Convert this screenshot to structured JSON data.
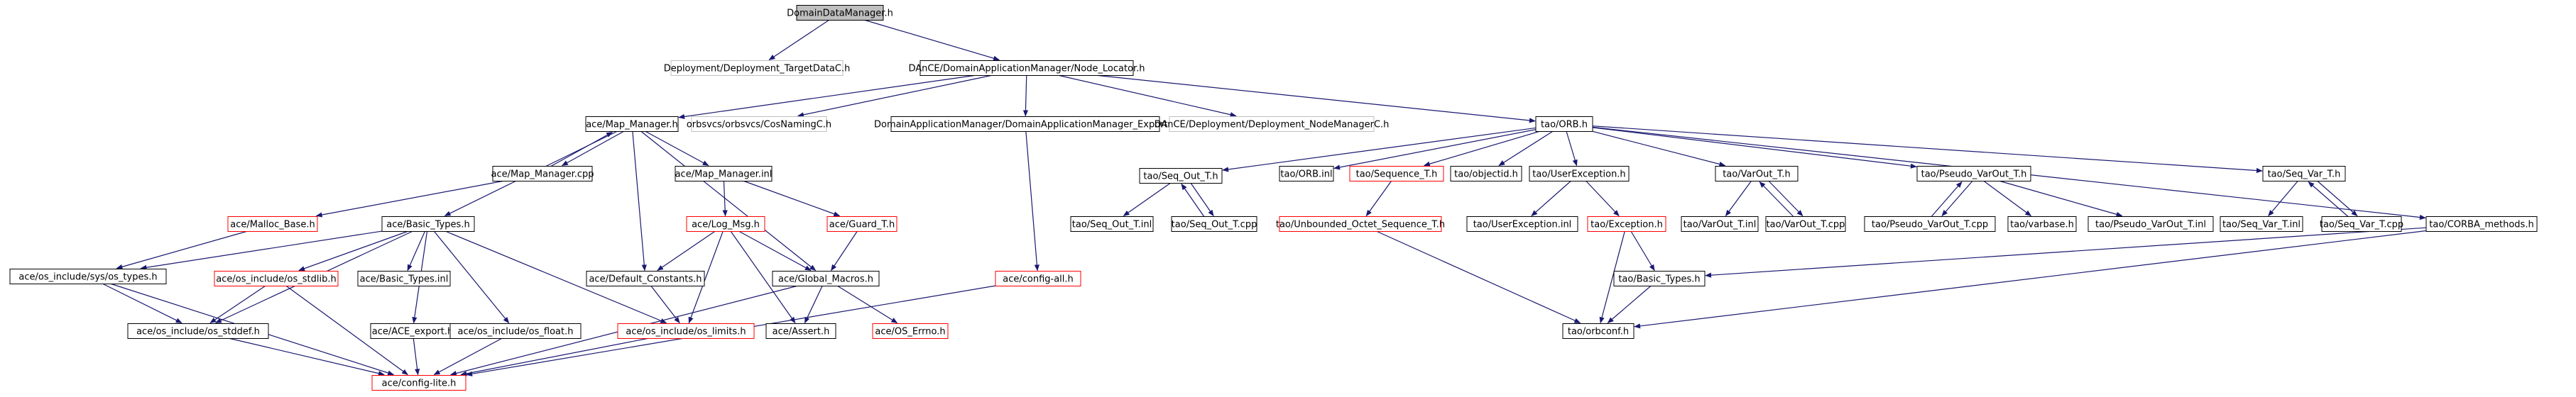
{
  "colors": {
    "root_fill": "#bfbfbf",
    "node_border": "#000000",
    "missing_border": "#ff0000",
    "external_border": "#bfbfbf",
    "edge": "#191970",
    "text": "#000000"
  },
  "nodes": {
    "domaindatamanager_h": {
      "label": "DomainDataManager.h",
      "kind": "root"
    },
    "deployment_targetdatac_h": {
      "label": "Deployment/Deployment_TargetDataC.h",
      "kind": "external"
    },
    "node_locator_h": {
      "label": "DAnCE/DomainApplicationManager/Node_Locator.h",
      "kind": "normal"
    },
    "map_manager_h": {
      "label": "ace/Map_Manager.h",
      "kind": "normal"
    },
    "cosnamingc_h": {
      "label": "orbsvcs/orbsvcs/CosNamingC.h",
      "kind": "external"
    },
    "dam_export_h": {
      "label": "DomainApplicationManager/DomainApplicationManager_Export.h",
      "kind": "normal"
    },
    "node_managerc_h": {
      "label": "DAnCE/Deployment/Deployment_NodeManagerC.h",
      "kind": "external"
    },
    "tao_orb_h": {
      "label": "tao/ORB.h",
      "kind": "normal"
    },
    "map_manager_cpp": {
      "label": "ace/Map_Manager.cpp",
      "kind": "normal"
    },
    "map_manager_inl": {
      "label": "ace/Map_Manager.inl",
      "kind": "normal"
    },
    "malloc_base_h": {
      "label": "ace/Malloc_Base.h",
      "kind": "missing"
    },
    "basic_types_h": {
      "label": "ace/Basic_Types.h",
      "kind": "normal"
    },
    "log_msg_h": {
      "label": "ace/Log_Msg.h",
      "kind": "missing"
    },
    "guard_t_h": {
      "label": "ace/Guard_T.h",
      "kind": "missing"
    },
    "sys_types_h": {
      "label": "ace/os_include/sys/os_types.h",
      "kind": "normal"
    },
    "os_stdlib_h": {
      "label": "ace/os_include/os_stdlib.h",
      "kind": "missing"
    },
    "basic_types_inl": {
      "label": "ace/Basic_Types.inl",
      "kind": "normal"
    },
    "default_constants_h": {
      "label": "ace/Default_Constants.h",
      "kind": "normal"
    },
    "global_macros_h": {
      "label": "ace/Global_Macros.h",
      "kind": "normal"
    },
    "config_all_h": {
      "label": "ace/config-all.h",
      "kind": "missing"
    },
    "os_stddef_h": {
      "label": "ace/os_include/os_stddef.h",
      "kind": "normal"
    },
    "ace_export_h": {
      "label": "ace/ACE_export.h",
      "kind": "normal"
    },
    "os_float_h": {
      "label": "ace/os_include/os_float.h",
      "kind": "normal"
    },
    "os_limits_h": {
      "label": "ace/os_include/os_limits.h",
      "kind": "missing"
    },
    "assert_h": {
      "label": "ace/Assert.h",
      "kind": "normal"
    },
    "os_errno_h": {
      "label": "ace/OS_Errno.h",
      "kind": "missing"
    },
    "config_lite_h": {
      "label": "ace/config-lite.h",
      "kind": "missing"
    },
    "seq_out_t_h": {
      "label": "tao/Seq_Out_T.h",
      "kind": "normal"
    },
    "orb_inl": {
      "label": "tao/ORB.inl",
      "kind": "normal"
    },
    "sequence_t_h": {
      "label": "tao/Sequence_T.h",
      "kind": "missing"
    },
    "objectid_h": {
      "label": "tao/objectid.h",
      "kind": "normal"
    },
    "userexception_h": {
      "label": "tao/UserException.h",
      "kind": "normal"
    },
    "varout_t_h": {
      "label": "tao/VarOut_T.h",
      "kind": "normal"
    },
    "pseudo_varout_t_h": {
      "label": "tao/Pseudo_VarOut_T.h",
      "kind": "normal"
    },
    "seq_var_t_h": {
      "label": "tao/Seq_Var_T.h",
      "kind": "normal"
    },
    "corba_methods_h": {
      "label": "tao/CORBA_methods.h",
      "kind": "normal"
    },
    "seq_out_t_inl": {
      "label": "tao/Seq_Out_T.inl",
      "kind": "normal"
    },
    "seq_out_t_cpp": {
      "label": "tao/Seq_Out_T.cpp",
      "kind": "normal"
    },
    "unbounded_octet_h": {
      "label": "tao/Unbounded_Octet_Sequence_T.h",
      "kind": "missing"
    },
    "userexception_inl": {
      "label": "tao/UserException.inl",
      "kind": "normal"
    },
    "exception_h": {
      "label": "tao/Exception.h",
      "kind": "missing"
    },
    "varout_t_inl": {
      "label": "tao/VarOut_T.inl",
      "kind": "normal"
    },
    "varout_t_cpp": {
      "label": "tao/VarOut_T.cpp",
      "kind": "normal"
    },
    "pseudo_varout_t_cpp": {
      "label": "tao/Pseudo_VarOut_T.cpp",
      "kind": "normal"
    },
    "varbase_h": {
      "label": "tao/varbase.h",
      "kind": "normal"
    },
    "pseudo_varout_t_inl": {
      "label": "tao/Pseudo_VarOut_T.inl",
      "kind": "normal"
    },
    "seq_var_t_inl": {
      "label": "tao/Seq_Var_T.inl",
      "kind": "normal"
    },
    "seq_var_t_cpp": {
      "label": "tao/Seq_Var_T.cpp",
      "kind": "normal"
    },
    "tao_basic_types_h": {
      "label": "tao/Basic_Types.h",
      "kind": "normal"
    },
    "orbconf_h": {
      "label": "tao/orbconf.h",
      "kind": "normal"
    }
  },
  "edges": [
    [
      "domaindatamanager_h",
      "deployment_targetdatac_h"
    ],
    [
      "domaindatamanager_h",
      "node_locator_h"
    ],
    [
      "node_locator_h",
      "map_manager_h"
    ],
    [
      "node_locator_h",
      "cosnamingc_h"
    ],
    [
      "node_locator_h",
      "dam_export_h"
    ],
    [
      "node_locator_h",
      "node_managerc_h"
    ],
    [
      "node_locator_h",
      "tao_orb_h"
    ],
    [
      "map_manager_h",
      "map_manager_cpp"
    ],
    [
      "map_manager_cpp",
      "map_manager_h"
    ],
    [
      "map_manager_h",
      "map_manager_inl"
    ],
    [
      "map_manager_h",
      "basic_types_h"
    ],
    [
      "map_manager_h",
      "default_constants_h"
    ],
    [
      "map_manager_h",
      "global_macros_h"
    ],
    [
      "map_manager_cpp",
      "malloc_base_h"
    ],
    [
      "map_manager_inl",
      "log_msg_h"
    ],
    [
      "map_manager_inl",
      "guard_t_h"
    ],
    [
      "malloc_base_h",
      "sys_types_h"
    ],
    [
      "basic_types_h",
      "sys_types_h"
    ],
    [
      "basic_types_h",
      "os_stdlib_h"
    ],
    [
      "basic_types_h",
      "basic_types_inl"
    ],
    [
      "basic_types_h",
      "os_stddef_h"
    ],
    [
      "basic_types_h",
      "ace_export_h"
    ],
    [
      "basic_types_h",
      "os_float_h"
    ],
    [
      "basic_types_h",
      "os_limits_h"
    ],
    [
      "log_msg_h",
      "default_constants_h"
    ],
    [
      "log_msg_h",
      "global_macros_h"
    ],
    [
      "log_msg_h",
      "os_limits_h"
    ],
    [
      "log_msg_h",
      "assert_h"
    ],
    [
      "guard_t_h",
      "global_macros_h"
    ],
    [
      "global_macros_h",
      "assert_h"
    ],
    [
      "global_macros_h",
      "os_errno_h"
    ],
    [
      "global_macros_h",
      "config_lite_h"
    ],
    [
      "default_constants_h",
      "os_limits_h"
    ],
    [
      "sys_types_h",
      "os_stddef_h"
    ],
    [
      "sys_types_h",
      "config_lite_h"
    ],
    [
      "os_stdlib_h",
      "os_stddef_h"
    ],
    [
      "os_stdlib_h",
      "config_lite_h"
    ],
    [
      "os_stddef_h",
      "config_lite_h"
    ],
    [
      "ace_export_h",
      "config_lite_h"
    ],
    [
      "os_float_h",
      "config_lite_h"
    ],
    [
      "os_limits_h",
      "config_lite_h"
    ],
    [
      "dam_export_h",
      "config_all_h"
    ],
    [
      "config_all_h",
      "config_lite_h"
    ],
    [
      "tao_orb_h",
      "seq_out_t_h"
    ],
    [
      "tao_orb_h",
      "orb_inl"
    ],
    [
      "tao_orb_h",
      "sequence_t_h"
    ],
    [
      "tao_orb_h",
      "objectid_h"
    ],
    [
      "tao_orb_h",
      "userexception_h"
    ],
    [
      "tao_orb_h",
      "varout_t_h"
    ],
    [
      "tao_orb_h",
      "pseudo_varout_t_h"
    ],
    [
      "tao_orb_h",
      "seq_var_t_h"
    ],
    [
      "tao_orb_h",
      "corba_methods_h"
    ],
    [
      "seq_out_t_h",
      "seq_out_t_inl"
    ],
    [
      "seq_out_t_h",
      "seq_out_t_cpp"
    ],
    [
      "seq_out_t_cpp",
      "seq_out_t_h"
    ],
    [
      "sequence_t_h",
      "unbounded_octet_h"
    ],
    [
      "unbounded_octet_h",
      "orbconf_h"
    ],
    [
      "userexception_h",
      "userexception_inl"
    ],
    [
      "userexception_h",
      "exception_h"
    ],
    [
      "exception_h",
      "tao_basic_types_h"
    ],
    [
      "exception_h",
      "orbconf_h"
    ],
    [
      "varout_t_h",
      "varout_t_inl"
    ],
    [
      "varout_t_h",
      "varout_t_cpp"
    ],
    [
      "varout_t_cpp",
      "varout_t_h"
    ],
    [
      "pseudo_varout_t_h",
      "pseudo_varout_t_cpp"
    ],
    [
      "pseudo_varout_t_cpp",
      "pseudo_varout_t_h"
    ],
    [
      "pseudo_varout_t_h",
      "varbase_h"
    ],
    [
      "pseudo_varout_t_h",
      "pseudo_varout_t_inl"
    ],
    [
      "seq_var_t_h",
      "seq_var_t_inl"
    ],
    [
      "seq_var_t_h",
      "seq_var_t_cpp"
    ],
    [
      "seq_var_t_cpp",
      "seq_var_t_h"
    ],
    [
      "corba_methods_h",
      "tao_basic_types_h"
    ],
    [
      "corba_methods_h",
      "orbconf_h"
    ],
    [
      "tao_basic_types_h",
      "orbconf_h"
    ]
  ]
}
